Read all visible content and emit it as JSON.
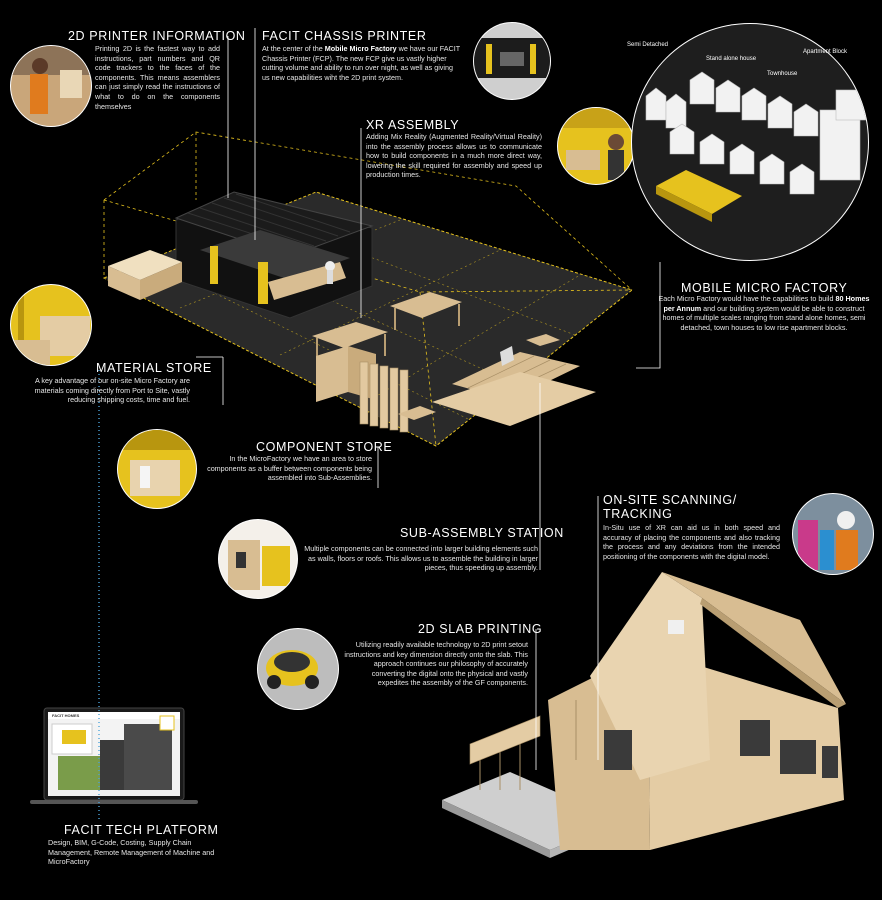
{
  "colors": {
    "background": "#000000",
    "accent_yellow": "#e6c21e",
    "timber": "#d8bd92",
    "slab": "#2b2b2b"
  },
  "sections": {
    "printer2d": {
      "title": "2D PRINTER INFORMATION",
      "body": "Printing 2D is the fastest way to add instructions, part numbers and QR code trackers to the faces of the components. This means assemblers can just simply read the instructions of what to do on the components themselves"
    },
    "chassis": {
      "title": "FACIT CHASSIS PRINTER",
      "body_pre": "At the center of the ",
      "body_bold": "Mobile Micro Factory",
      "body_post": " we have our FACIT Chassis Printer (FCP). The new FCP give us vastly higher cutting volume and ability to run over night, as well as giving us new capabilities wiht the 2D print system."
    },
    "xr": {
      "title": "XR ASSEMBLY",
      "body": "Adding Mix Reality (Augmented Reality/Virtual Reality) into the assembly process allows us to communicate how to build components in a much more direct way, lowering the skill required for assembly and speed up production times."
    },
    "mobile": {
      "title": "MOBILE MICRO FACTORY",
      "body_pre": "Each Micro Factory would have the capabilities to build ",
      "body_bold": "80 Homes per Annum",
      "body_post": " and our building system would be able to construct homes of multiple scales ranging from stand alone homes, semi detached, town houses to low rise apartment blocks.",
      "labels": {
        "semi": "Semi Detached",
        "standalone": "Stand alone house",
        "townhouse": "Townhouse",
        "apartment": "Apartment Block"
      }
    },
    "material": {
      "title": "MATERIAL STORE",
      "body": "A key advantage of our on-site Micro Factory are materials coming directly from Port to Site, vastly reducing shipping costs, time and fuel."
    },
    "component": {
      "title": "COMPONENT STORE",
      "body": "In the MicroFactory we have an area to store components as a buffer between components being assembled into Sub-Assemblies."
    },
    "scanning": {
      "title_line1": "ON-SITE SCANNING/",
      "title_line2": "TRACKING",
      "body": "In-Situ use of XR can aid us in both speed and accuracy of placing the components and also tracking the process and any deviations from the intended positioning of the components with the digital model."
    },
    "subassembly": {
      "title": "SUB-ASSEMBLY STATION",
      "body": "Multiple components can be connected into larger building elements such as walls, floors or roofs. This allows us to assemble the building in larger pieces, thus speeding up assembly."
    },
    "slab": {
      "title": "2D SLAB PRINTING",
      "body": "Utilizing readily available technology to 2D print setout instructions and key dimension directly onto the slab. This approach continues our philosophy of accurately converting the digital onto the physical and vastly expedites the assembly of the GF components."
    },
    "platform": {
      "title": "FACIT TECH PLATFORM",
      "body": "Design, BIM, G-Code, Costing, Supply Chain Management, Remote Management of Machine and MicroFactory",
      "screen_brand": "FACIT HOMES"
    }
  }
}
